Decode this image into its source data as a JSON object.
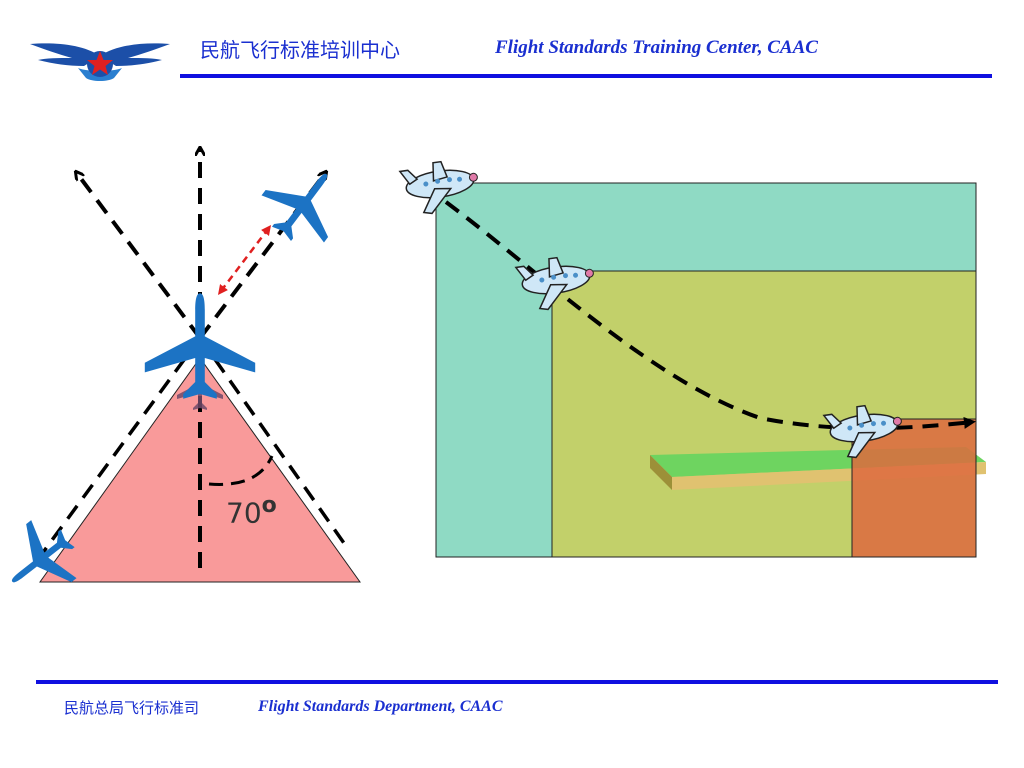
{
  "header": {
    "title_cn": "民航飞行标准培训中心",
    "title_en": "Flight Standards Training Center, CAAC"
  },
  "footer": {
    "dept_cn": "民航总局飞行标准司",
    "dept_en": "Flight Standards Department, CAAC"
  },
  "left_diagram": {
    "angle_label": "70",
    "angle_unit_symbol": "o",
    "zone_color": "#f99a9a",
    "aircraft_color": "#1c73c4",
    "separation_arrow_color": "#e02020"
  },
  "right_diagram": {
    "outer_zone_color": "#8fdac4",
    "inner_zone_color": "#c2d06a",
    "runway_end_zone_color": "#dd6a3e",
    "runway_color": "#6ed460"
  },
  "colors": {
    "brand_blue": "#1a2fd0",
    "rule_blue": "#1010e0"
  }
}
